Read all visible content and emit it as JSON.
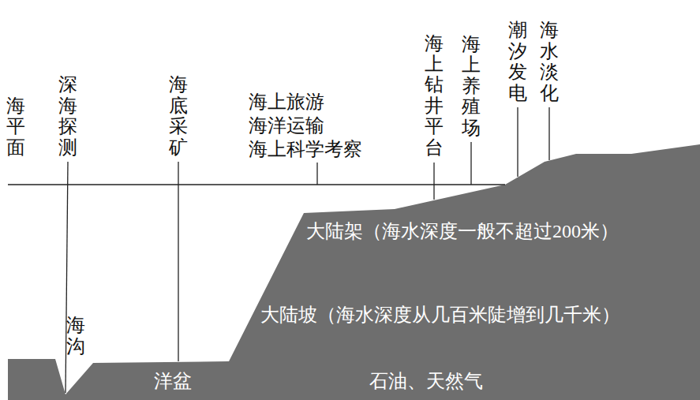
{
  "diagram": {
    "labels": [
      "海平面",
      "深海探测",
      "海底采矿",
      "海上旅游",
      "海洋运输",
      "海上科学考察",
      "海上钻井平台",
      "海上养殖场",
      "潮汐发电",
      "海水淡化",
      "大陆架（海水深度一般不超过200米）",
      "大陆坡（海水深度从几百米陡增到几千米）",
      "海沟",
      "洋盆",
      "石油、天然气"
    ]
  }
}
